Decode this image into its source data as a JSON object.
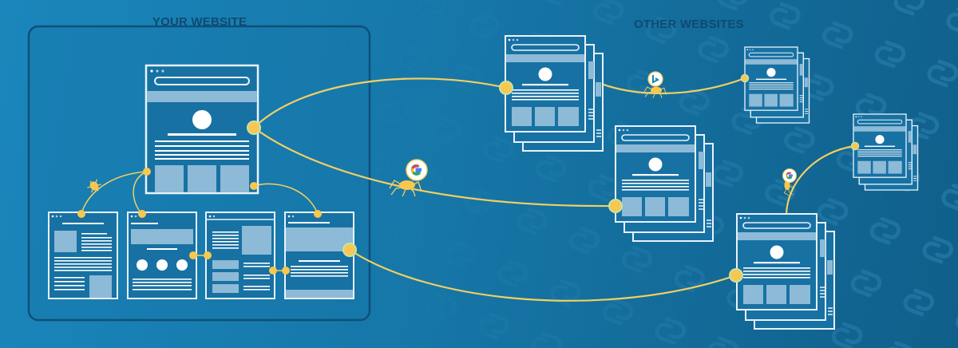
{
  "diagram": {
    "title_your_website": "YOUR WEBSITE",
    "title_other_websites": "OTHER WEBSITES",
    "colors": {
      "background_left": "#1a86bb",
      "background_right": "#105f8a",
      "panel_border": "#0f4f78",
      "page_stroke": "#e8f3fa",
      "page_fill": "#1771a3",
      "block_fill": "#8dbad6",
      "link_line": "#f4cf62",
      "node_fill": "#f7c74f",
      "title_text": "#0f4a70"
    },
    "your_website": {
      "home_page": {
        "label": "homepage"
      },
      "sub_pages": [
        {
          "label": "subpage-1"
        },
        {
          "label": "subpage-2"
        },
        {
          "label": "subpage-3"
        },
        {
          "label": "subpage-4"
        }
      ],
      "crawler": {
        "icon": "bug-crawler-icon"
      }
    },
    "other_websites": [
      {
        "label": "other-site-1"
      },
      {
        "label": "other-site-2"
      },
      {
        "label": "other-site-3"
      },
      {
        "label": "other-site-4"
      },
      {
        "label": "other-site-5"
      }
    ],
    "crawlers": [
      {
        "engine": "Google",
        "icon": "google-spider-icon"
      },
      {
        "engine": "Bing",
        "icon": "bing-spider-icon"
      },
      {
        "engine": "Google",
        "icon": "google-spider-icon"
      }
    ]
  }
}
